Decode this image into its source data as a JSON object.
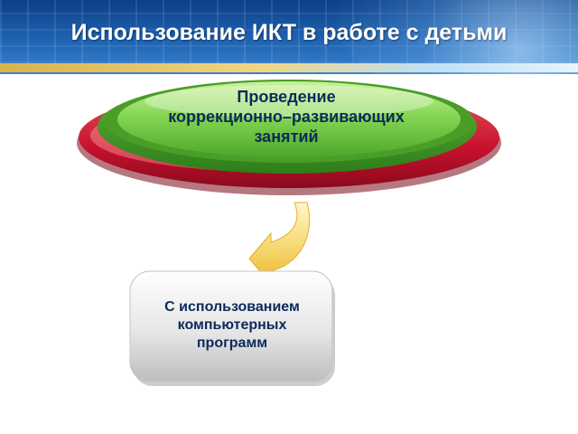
{
  "slide": {
    "title": "Использование ИКТ в работе с детьми"
  },
  "diagram": {
    "top_node": {
      "text": "Проведение коррекционно–развивающих занятий",
      "lines": [
        "Проведение",
        "коррекционно–развивающих",
        "занятий"
      ]
    },
    "bottom_node": {
      "text": "С использованием компьютерных программ",
      "lines": [
        "С использованием",
        "компьютерных",
        "программ"
      ]
    },
    "colors": {
      "header": "#1f64b4",
      "red_ellipse": "#c8102e",
      "green_ellipse": "#4caf2f",
      "arrow": "#f2c84b",
      "box": "#d9d9d9",
      "text": "#0b2a5a"
    },
    "arrow_direction": "top-to-bottom"
  }
}
